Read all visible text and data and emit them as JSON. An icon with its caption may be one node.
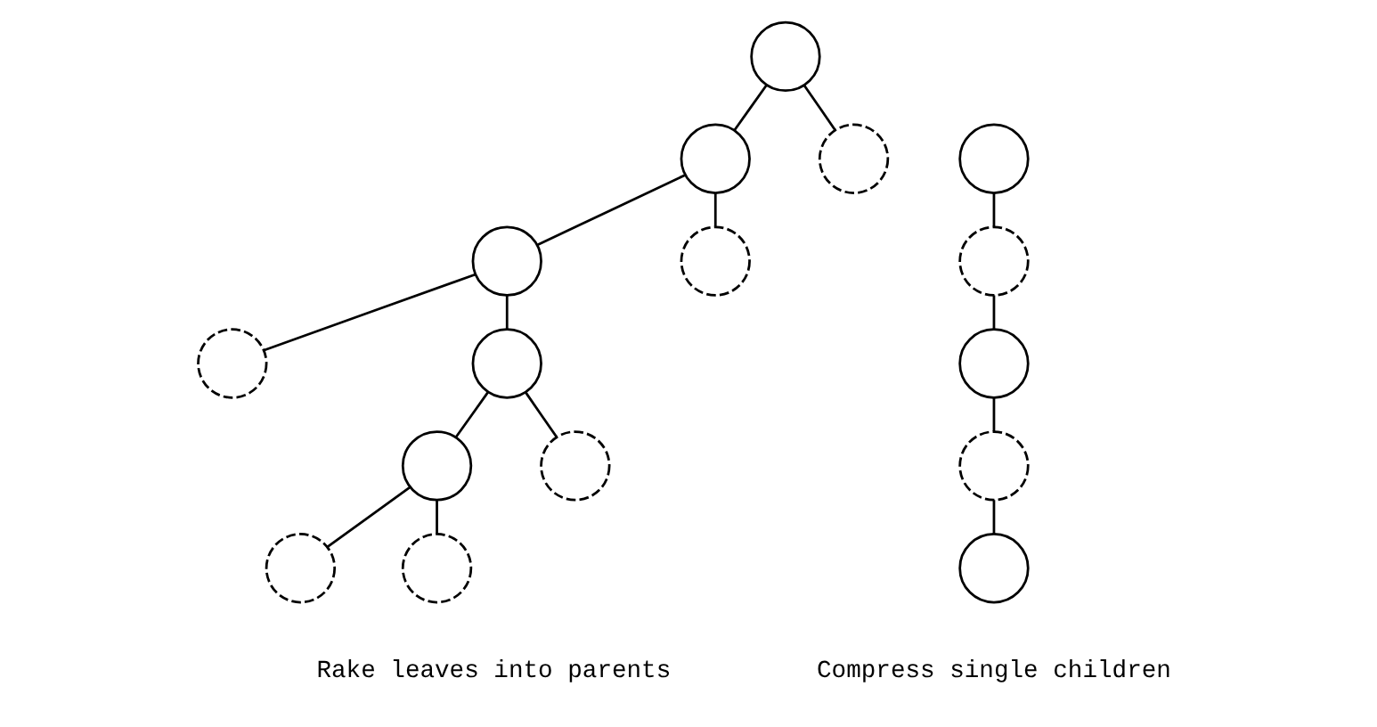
{
  "diagram": {
    "nodes": [
      {
        "text": [],
        "shape": "circle"
      },
      {
        "text": [],
        "shape": "circle"
      },
      {
        "text": [],
        "shape": "circle"
      },
      {
        "text": [],
        "shape": "circle"
      },
      {
        "text": [],
        "shape": "circle"
      },
      {
        "text": [],
        "shape": "circle"
      },
      {
        "text": [],
        "shape": "circle"
      },
      {
        "text": [],
        "shape": "circle"
      },
      {
        "text": [],
        "shape": "circle"
      },
      {
        "text": [],
        "shape": "circle"
      },
      {
        "text": [],
        "shape": "circle"
      },
      {
        "text": [],
        "shape": "circle"
      },
      {
        "text": [],
        "shape": "circle"
      },
      {
        "text": [],
        "shape": "circle"
      },
      {
        "text": [],
        "shape": "circle"
      },
      {
        "text": [],
        "shape": "circle"
      }
    ],
    "edges": [
      {
        "from": 0,
        "to": 1,
        "arrow": "none"
      },
      {
        "from": 0,
        "to": 2,
        "arrow": "none"
      },
      {
        "from": 1,
        "to": 3,
        "arrow": "none"
      },
      {
        "from": 1,
        "to": 4,
        "arrow": "none"
      },
      {
        "from": 3,
        "to": 5,
        "arrow": "none"
      },
      {
        "from": 3,
        "to": 6,
        "arrow": "none"
      },
      {
        "from": 6,
        "to": 7,
        "arrow": "none"
      },
      {
        "from": 6,
        "to": 8,
        "arrow": "none"
      },
      {
        "from": 7,
        "to": 9,
        "arrow": "none"
      },
      {
        "from": 7,
        "to": 10,
        "arrow": "none"
      },
      {
        "from": 11,
        "to": 12,
        "arrow": "none"
      },
      {
        "from": 12,
        "to": 13,
        "arrow": "none"
      },
      {
        "from": 13,
        "to": 14,
        "arrow": "none"
      },
      {
        "from": 14,
        "to": 15,
        "arrow": "none"
      }
    ],
    "labels": [
      "Rake leaves into parents",
      "Compress single children"
    ]
  }
}
